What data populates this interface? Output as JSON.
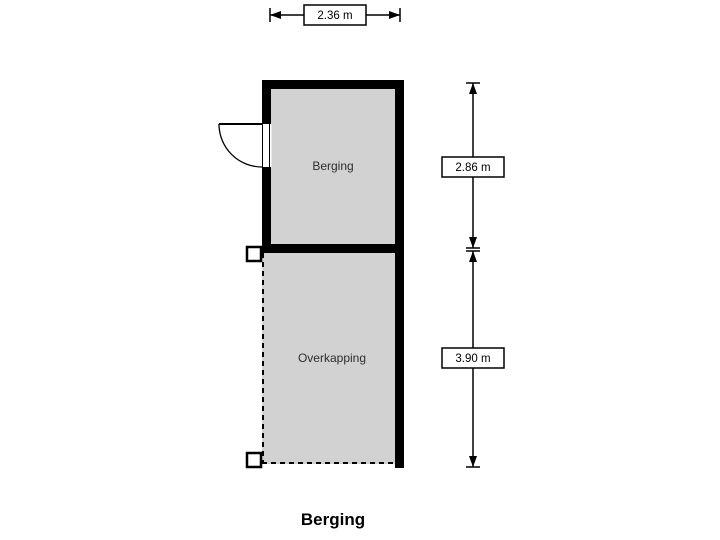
{
  "page_title": "Berging",
  "floorplan": {
    "rooms": [
      {
        "name": "Berging"
      },
      {
        "name": "Overkapping"
      }
    ],
    "dimensions": {
      "width": "2.36 m",
      "berging_height": "2.86 m",
      "overkapping_height": "3.90 m"
    }
  },
  "colors": {
    "background": "#ffffff",
    "wall": "#000000",
    "room_fill": "#d2d2d2",
    "dim_box_fill": "#ffffff",
    "line": "#000000"
  }
}
